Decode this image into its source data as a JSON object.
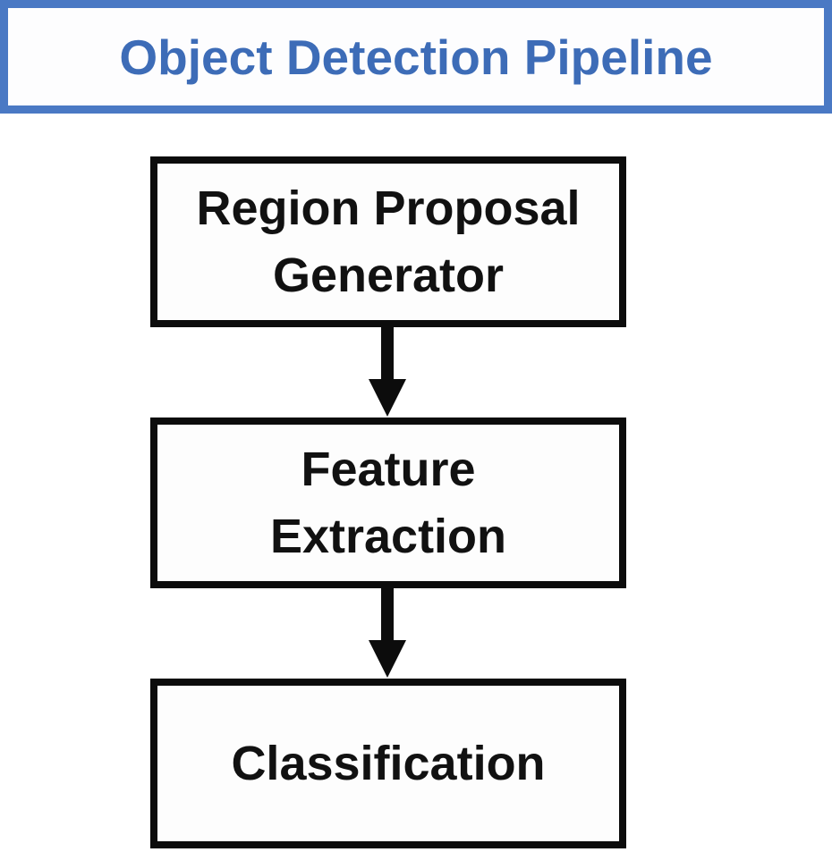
{
  "title": "Object Detection Pipeline",
  "diagram": {
    "type": "flowchart",
    "direction": "top-down",
    "nodes": [
      {
        "id": "region-proposal-generator",
        "label": "Region Proposal Generator"
      },
      {
        "id": "feature-extraction",
        "label": "Feature Extraction"
      },
      {
        "id": "classification",
        "label": "Classification"
      }
    ],
    "connections": [
      {
        "from": "region-proposal-generator",
        "to": "feature-extraction",
        "style": "arrow-down"
      },
      {
        "from": "feature-extraction",
        "to": "classification",
        "style": "arrow-down"
      }
    ]
  },
  "colors": {
    "background": "#ffffff",
    "title_border": "#4a79c4",
    "title_text": "#3d6cb7",
    "node_border": "#0c0c0c",
    "node_text": "#111111",
    "arrow": "#0c0c0c"
  }
}
